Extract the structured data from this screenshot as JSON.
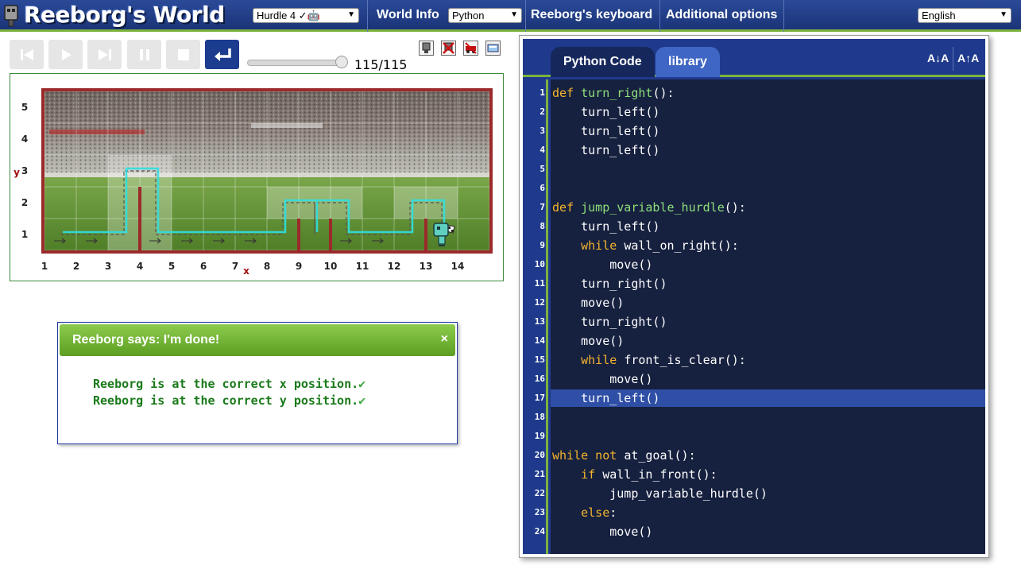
{
  "header": {
    "title": "Reeborg's World",
    "world_select": "Hurdle 4 ✓🤖",
    "world_info": "World Info",
    "language_select": "Python",
    "keyboard": "Reeborg's keyboard",
    "additional_options": "Additional options",
    "ui_language": "English"
  },
  "controls": {
    "step_counter": "115/115",
    "speed_level": 1.0,
    "buttons": [
      "reload-icon",
      "play-icon",
      "step-forward-icon",
      "pause-icon",
      "stop-icon",
      "return-icon"
    ],
    "tools": [
      "robot-tool-icon",
      "highlight-tool-icon",
      "car-tool-icon",
      "editor-tool-icon"
    ]
  },
  "world": {
    "x_axis_label": "x",
    "y_axis_label": "y",
    "x_ticks": [
      "1",
      "2",
      "3",
      "4",
      "5",
      "6",
      "7",
      "8",
      "9",
      "10",
      "11",
      "12",
      "13",
      "14"
    ],
    "y_ticks": [
      "1",
      "2",
      "3",
      "4",
      "5"
    ],
    "cols": 14,
    "rows": 5,
    "walls_after_x": [
      3,
      8,
      9,
      12
    ],
    "robot_at": [
      13,
      1
    ],
    "goal_at": [
      13,
      1
    ],
    "colors": {
      "frame": "#9b2a2a",
      "trace": "#2ee0e0",
      "grass": "#6d9a3c",
      "stands": "#8a8a8a"
    }
  },
  "dialog": {
    "title": "Reeborg says: I'm done!",
    "close": "×",
    "lines": [
      "Reeborg is at the correct x position.",
      "Reeborg is at the correct y position."
    ],
    "check": "✔"
  },
  "editor": {
    "tabs": [
      "Python Code",
      "library"
    ],
    "font_smaller": "A↓A",
    "font_bigger": "A↑A",
    "highlighted_line": 17,
    "lines": [
      [
        [
          "kw",
          "def "
        ],
        [
          "fn",
          "turn_right"
        ],
        [
          "tk",
          "():"
        ]
      ],
      [
        [
          "tk",
          "    turn_left()"
        ]
      ],
      [
        [
          "tk",
          "    turn_left()"
        ]
      ],
      [
        [
          "tk",
          "    turn_left()"
        ]
      ],
      [],
      [],
      [
        [
          "kw",
          "def "
        ],
        [
          "fn",
          "jump_variable_hurdle"
        ],
        [
          "tk",
          "():"
        ]
      ],
      [
        [
          "tk",
          "    turn_left()"
        ]
      ],
      [
        [
          "kw",
          "    while "
        ],
        [
          "tk",
          "wall_on_right():"
        ]
      ],
      [
        [
          "tk",
          "        move()"
        ]
      ],
      [
        [
          "tk",
          "    turn_right()"
        ]
      ],
      [
        [
          "tk",
          "    move()"
        ]
      ],
      [
        [
          "tk",
          "    turn_right()"
        ]
      ],
      [
        [
          "tk",
          "    move()"
        ]
      ],
      [
        [
          "kw",
          "    while "
        ],
        [
          "tk",
          "front_is_clear():"
        ]
      ],
      [
        [
          "tk",
          "        move()"
        ]
      ],
      [
        [
          "tk",
          "    turn_left()"
        ]
      ],
      [],
      [],
      [
        [
          "kw",
          "while not "
        ],
        [
          "tk",
          "at_goal():"
        ]
      ],
      [
        [
          "kw",
          "    if "
        ],
        [
          "tk",
          "wall_in_front():"
        ]
      ],
      [
        [
          "tk",
          "        jump_variable_hurdle()"
        ]
      ],
      [
        [
          "kw",
          "    else"
        ],
        [
          "tk",
          ":"
        ]
      ],
      [
        [
          "tk",
          "        move()"
        ]
      ]
    ]
  }
}
